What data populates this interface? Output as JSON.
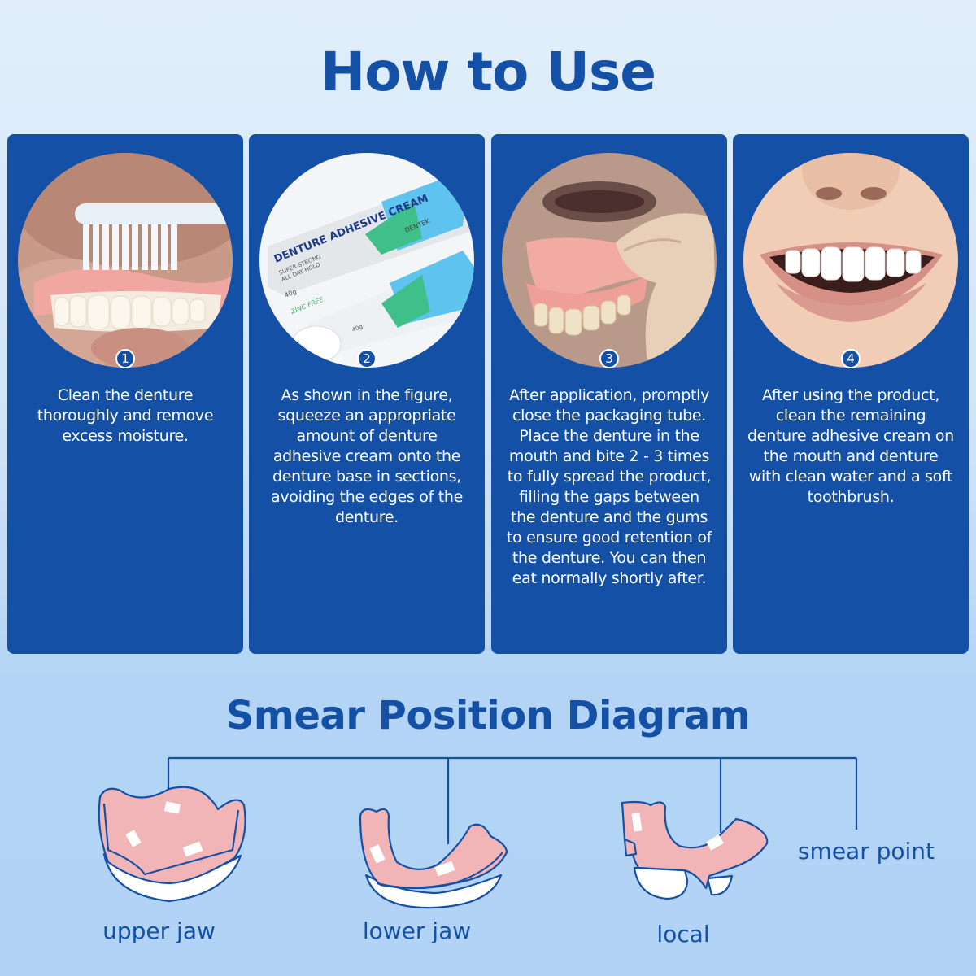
{
  "header": {
    "title": "How to Use"
  },
  "steps": [
    {
      "number": "1",
      "image": "denture-being-brushed-photo",
      "text": "Clean the denture thoroughly and remove excess moisture."
    },
    {
      "number": "2",
      "image": "denture-adhesive-cream-product-photo",
      "text": "As shown in the figure, squeeze an appropriate amount of denture adhesive cream onto the denture base in sections, avoiding the edges of the denture."
    },
    {
      "number": "3",
      "image": "denture-held-in-fingers-photo",
      "text": "After application, promptly close the packaging tube. Place the denture in the mouth and bite 2 - 3 times to fully spread the product, filling the gaps between the denture and the gums to ensure good retention of the denture. You can then eat normally shortly after."
    },
    {
      "number": "4",
      "image": "smiling-mouth-photo",
      "text": "After using the product, clean the remaining denture adhesive cream on the mouth and denture with clean water and a soft toothbrush."
    }
  ],
  "product": {
    "box_title": "DENTURE ADHESIVE CREAM",
    "box_sub1": "SUPER STRONG",
    "box_sub2": "ALL DAY HOLD",
    "weight": "40g",
    "claim": "ZINC FREE",
    "brand": "DENTEK"
  },
  "diagram": {
    "title": "Smear Position Diagram",
    "jaws": [
      {
        "label": "upper jaw"
      },
      {
        "label": "lower jaw"
      },
      {
        "label": "local"
      }
    ],
    "legend_label": "smear point"
  },
  "colors": {
    "brand_blue": "#1450a6",
    "gum_pink": "#f2b5b7",
    "background_light": "#e2effb",
    "background_bottom": "#b1d3f5"
  }
}
